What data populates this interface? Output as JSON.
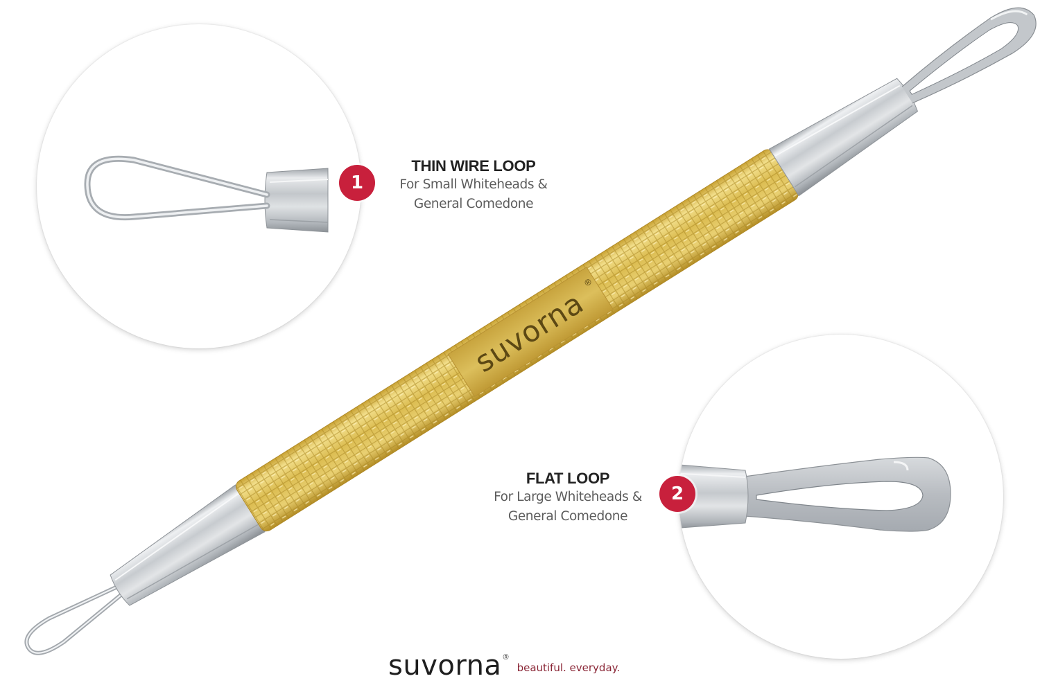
{
  "product": {
    "brand": "suvorna",
    "handle_engraving": "suvorna",
    "handle_registered_mark": "®"
  },
  "callouts": [
    {
      "number": "1",
      "title": "THIN WIRE LOOP",
      "line1": "For Small Whiteheads &",
      "line2": "General Comedone",
      "detail": "thin-wire-loop"
    },
    {
      "number": "2",
      "title": "FLAT LOOP",
      "line1": "For Large Whiteheads &",
      "line2": "General Comedone",
      "detail": "flat-loop"
    }
  ],
  "footer": {
    "brand": "suvorna",
    "registered": "®",
    "tagline": "beautiful. everyday."
  },
  "colors": {
    "badge_red": "#c8203c",
    "handle_gold": "#d9b84a",
    "steel": "#c9cccf",
    "tagline": "#8a2636"
  }
}
